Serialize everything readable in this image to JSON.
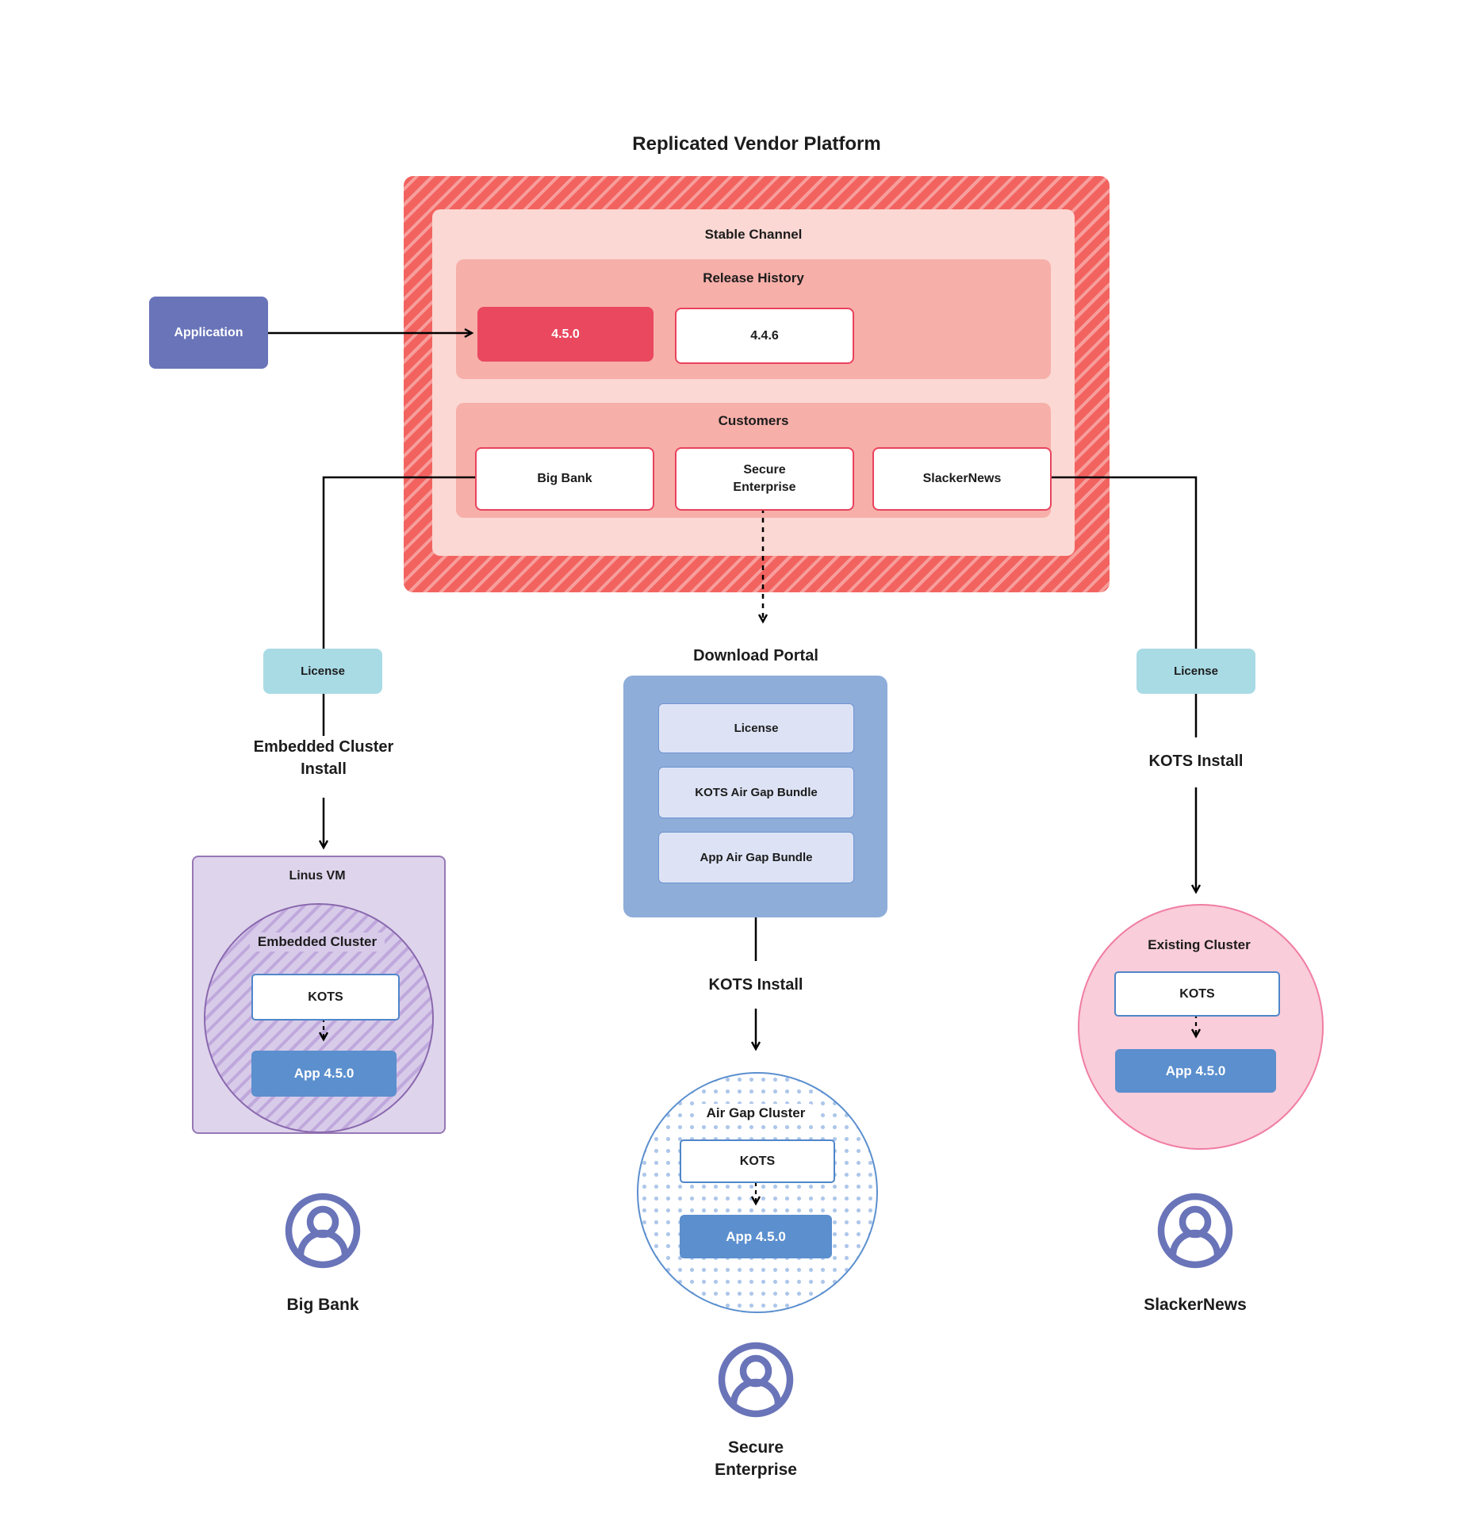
{
  "title": "Replicated Vendor Platform",
  "platform": {
    "channel": "Stable Channel",
    "release_history": {
      "label": "Release History",
      "current_version": "4.5.0",
      "previous_version": "4.4.6"
    },
    "customers": {
      "label": "Customers",
      "big_bank": "Big Bank",
      "secure_enterprise": "Secure Enterprise",
      "slacker_news": "SlackerNews"
    }
  },
  "application": {
    "label": "Application"
  },
  "left_branch": {
    "license": "License",
    "install": "Embedded Cluster Install",
    "vm": "Linus VM",
    "cluster": "Embedded Cluster",
    "kots": "KOTS",
    "app": "App 4.5.0",
    "user": "Big Bank"
  },
  "middle_branch": {
    "portal_title": "Download Portal",
    "portal_license": "License",
    "portal_kots_bundle": "KOTS Air Gap Bundle",
    "portal_app_bundle": "App Air Gap Bundle",
    "install": "KOTS Install",
    "cluster": "Air Gap Cluster",
    "kots": "KOTS",
    "app": "App 4.5.0",
    "user": "Secure Enterprise"
  },
  "right_branch": {
    "license": "License",
    "install": "KOTS Install",
    "cluster": "Existing Cluster",
    "kots": "KOTS",
    "app": "App 4.5.0",
    "user": "SlackerNews"
  },
  "colors": {
    "red_hatch_base": "#f26360",
    "red_hatch_stripe": "#f79e9b",
    "stable_bg": "#fbd8d3",
    "panel_bg": "#f7afa9",
    "release_current_bg": "#e9485f",
    "red_border": "#e8435c",
    "application_bg": "#6974b9",
    "license_bg": "#a9dbe5",
    "portal_bg": "#8fadd9",
    "portal_item_bg": "#dde3f5",
    "blue": "#5b8fce",
    "vm_bg": "#ded5ec",
    "vm_border": "#9678b6",
    "cluster_hatch": "#bfa8dc",
    "pink_circle_bg": "#f9cdd9",
    "pink_circle_border": "#f07da4",
    "user_icon": "#6974b9",
    "connector": "#000000"
  }
}
